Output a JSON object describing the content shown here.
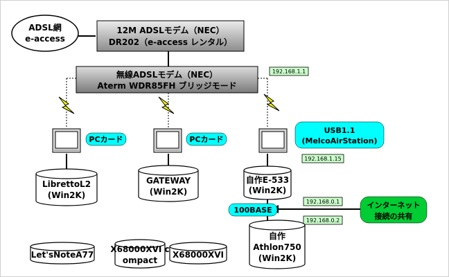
{
  "cloud": {
    "line1": "ADSL網",
    "line2": "e-access"
  },
  "modem12m": {
    "line1": "12M ADSLモデム（NEC）",
    "line2": "DR202（e-access レンタル）"
  },
  "wireless_modem": {
    "line1": "無線ADSLモデム（NEC）",
    "line2": "Aterm WDR85FH ブリッジモード",
    "ip": "192.168.1.1"
  },
  "pc_card_1": "PCカード",
  "pc_card_2": "PCカード",
  "usb_badge": {
    "line1": "USB1.1",
    "line2": "(MelcoAirStation)"
  },
  "ip_usb": "192.168.1.15",
  "disk_libretto": {
    "line1": "LibrettoL2",
    "line2": "(Win2K)"
  },
  "disk_gateway": {
    "line1": "GATEWAY",
    "line2": "(Win2K)"
  },
  "disk_e533": {
    "line1": "自作E-533",
    "line2": "(Win2K)"
  },
  "badge_100base": "100BASE",
  "ip_e533": "192.168.0.1",
  "ip_athlon": "192.168.0.2",
  "internet_share": {
    "line1": "インターネット",
    "line2": "接続の共有"
  },
  "disk_athlon": {
    "line1": "自作",
    "line2": "Athlon750",
    "line3": "(Win2K)"
  },
  "disk_letsnote": "Let'sNoteA77",
  "disk_x68000c": {
    "line1": "X68000XVI c",
    "line2": "ompact"
  },
  "disk_x68000xvi": "X68000XVI",
  "colors": {
    "cyan": "#00ffff",
    "green": "#00cc33",
    "ip_bg": "#ccffcc",
    "modem_grad_top": "#e8e8e8",
    "modem_grad_bottom": "#8a8a8a",
    "bolt": "#ffff00"
  },
  "icons": [
    "lightning-icon",
    "monitor-icon",
    "disk-icon",
    "arrow-icon"
  ]
}
